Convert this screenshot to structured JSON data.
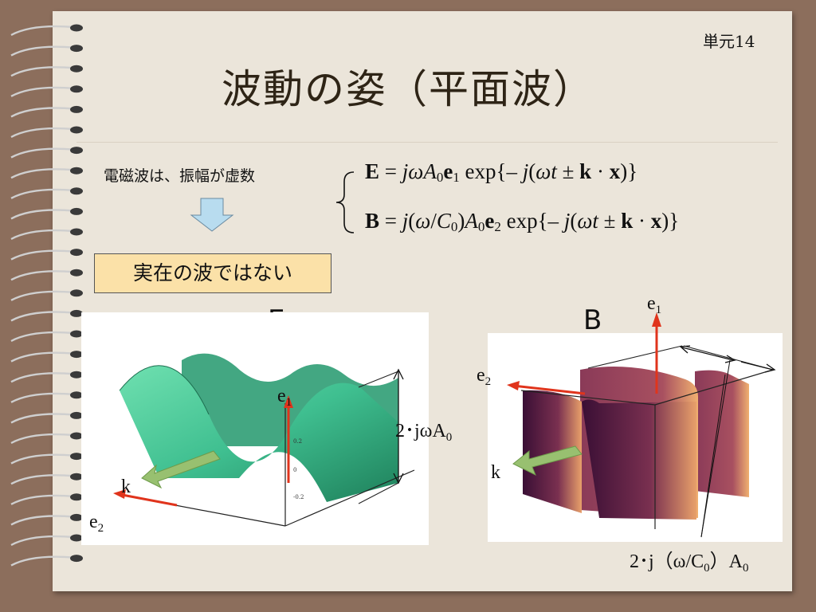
{
  "slide": {
    "unit": "単元14",
    "title": "波動の姿（平面波）",
    "intro": "電磁波は、振幅が虚数",
    "conclusion": "実在の波ではない"
  },
  "panels": {
    "e": {
      "label": "E",
      "e1": "e",
      "e1_sub": "1",
      "e2": "e",
      "e2_sub": "2",
      "k": "k",
      "amp": "2･jωA",
      "amp_sub": "0",
      "tick_labels": [
        "0.2",
        "0",
        "-0.2"
      ]
    },
    "b": {
      "label": "B",
      "e1": "e",
      "e1_sub": "1",
      "e2": "e",
      "e2_sub": "2",
      "k": "k",
      "amp": "2･j（ω/C",
      "amp_sub": "0",
      "amp_tail": "）A",
      "amp_tail_sub": "0"
    }
  },
  "colors": {
    "paper": "#ebe5da",
    "frame": "#8c6e5c",
    "box_fill": "#fbe1a8",
    "wave_e": "#3fbf90",
    "wave_b": "#7a3050",
    "vector": "#e0341c",
    "k_arrow": "#98c070",
    "down_arrow": "#b8dcef"
  }
}
